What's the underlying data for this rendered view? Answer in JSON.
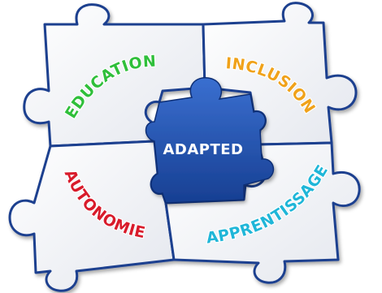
{
  "center_label": "ADAPTED",
  "pieces": [
    {
      "key": "education",
      "label": "EDUCATION",
      "color": "#2fbf3a"
    },
    {
      "key": "inclusion",
      "label": "INCLUSION",
      "color": "#f0a21a"
    },
    {
      "key": "autonomie",
      "label": "AUTONOMIE",
      "color": "#d81b2b"
    },
    {
      "key": "apprentissage",
      "label": "APPRENTISSAGE",
      "color": "#1fb6d8"
    }
  ],
  "colors": {
    "outline": "#1d3f8f",
    "piece_fill": "#f2f3f6",
    "center_piece": "#2452a6"
  }
}
